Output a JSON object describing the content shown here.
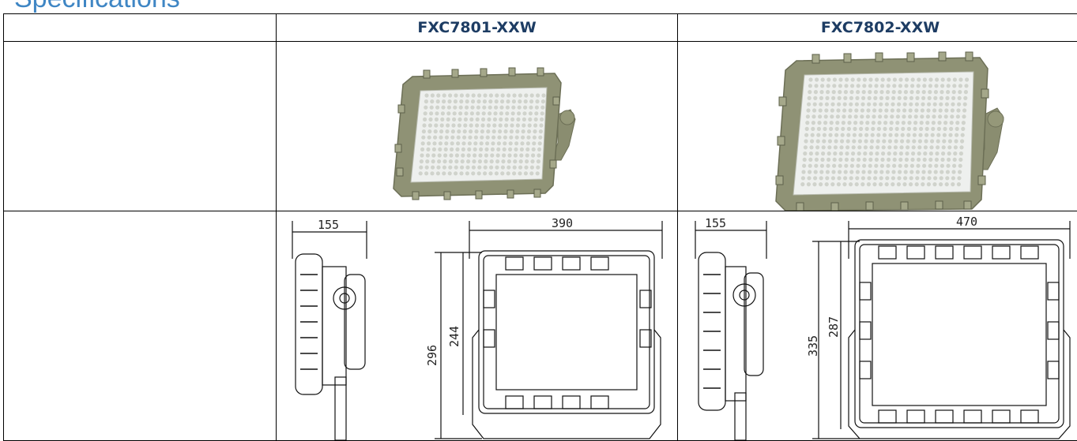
{
  "page": {
    "heading": "Specifications"
  },
  "table": {
    "columns": [
      "",
      "FXC7801-XXW",
      "FXC7802-XXW"
    ],
    "rows": [
      {
        "label": ""
      },
      {
        "label": ""
      }
    ],
    "dimensions": {
      "fxc7801": {
        "depth": "155",
        "width": "390",
        "height": "296",
        "inner_height": "244"
      },
      "fxc7802": {
        "depth": "155",
        "width": "470",
        "height": "335",
        "inner_height": "287"
      }
    }
  },
  "colors": {
    "housing": "#8f9275",
    "lens": "#eef0ee",
    "heading": "#3f86c4",
    "model_text": "#1d3c63"
  },
  "icons": [
    "floodlight-photo",
    "technical-drawing"
  ]
}
